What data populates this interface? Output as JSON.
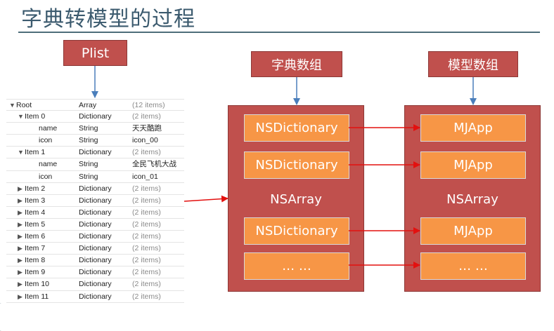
{
  "title": "字典转模型的过程",
  "labels": {
    "plist": "Plist",
    "dict_array": "字典数组",
    "model_array": "模型数组"
  },
  "plist_rows": [
    {
      "key": "Root",
      "type": "Array",
      "value": "(12 items)",
      "indent": 0,
      "toggle": "open"
    },
    {
      "key": "Item 0",
      "type": "Dictionary",
      "value": "(2 items)",
      "indent": 1,
      "toggle": "open"
    },
    {
      "key": "name",
      "type": "String",
      "value": "天天酷跑",
      "indent": 2,
      "toggle": "none"
    },
    {
      "key": "icon",
      "type": "String",
      "value": "icon_00",
      "indent": 2,
      "toggle": "none"
    },
    {
      "key": "Item 1",
      "type": "Dictionary",
      "value": "(2 items)",
      "indent": 1,
      "toggle": "open"
    },
    {
      "key": "name",
      "type": "String",
      "value": "全民飞机大战",
      "indent": 2,
      "toggle": "none"
    },
    {
      "key": "icon",
      "type": "String",
      "value": "icon_01",
      "indent": 2,
      "toggle": "none"
    },
    {
      "key": "Item 2",
      "type": "Dictionary",
      "value": "(2 items)",
      "indent": 1,
      "toggle": "closed"
    },
    {
      "key": "Item 3",
      "type": "Dictionary",
      "value": "(2 items)",
      "indent": 1,
      "toggle": "closed"
    },
    {
      "key": "Item 4",
      "type": "Dictionary",
      "value": "(2 items)",
      "indent": 1,
      "toggle": "closed"
    },
    {
      "key": "Item 5",
      "type": "Dictionary",
      "value": "(2 items)",
      "indent": 1,
      "toggle": "closed"
    },
    {
      "key": "Item 6",
      "type": "Dictionary",
      "value": "(2 items)",
      "indent": 1,
      "toggle": "closed"
    },
    {
      "key": "Item 7",
      "type": "Dictionary",
      "value": "(2 items)",
      "indent": 1,
      "toggle": "closed"
    },
    {
      "key": "Item 8",
      "type": "Dictionary",
      "value": "(2 items)",
      "indent": 1,
      "toggle": "closed"
    },
    {
      "key": "Item 9",
      "type": "Dictionary",
      "value": "(2 items)",
      "indent": 1,
      "toggle": "closed"
    },
    {
      "key": "Item 10",
      "type": "Dictionary",
      "value": "(2 items)",
      "indent": 1,
      "toggle": "closed"
    },
    {
      "key": "Item 11",
      "type": "Dictionary",
      "value": "(2 items)",
      "indent": 1,
      "toggle": "closed"
    }
  ],
  "dict_array": {
    "label": "NSArray",
    "items": [
      "NSDictionary",
      "NSDictionary",
      "NSDictionary",
      "… …"
    ]
  },
  "model_array": {
    "label": "NSArray",
    "items": [
      "MJApp",
      "MJApp",
      "MJApp",
      "… …"
    ]
  },
  "colors": {
    "container": "#c0504d",
    "item": "#f79646",
    "arrow_red": "#e3100f",
    "arrow_blue": "#4a7ebb",
    "title": "#3b5a6e"
  }
}
